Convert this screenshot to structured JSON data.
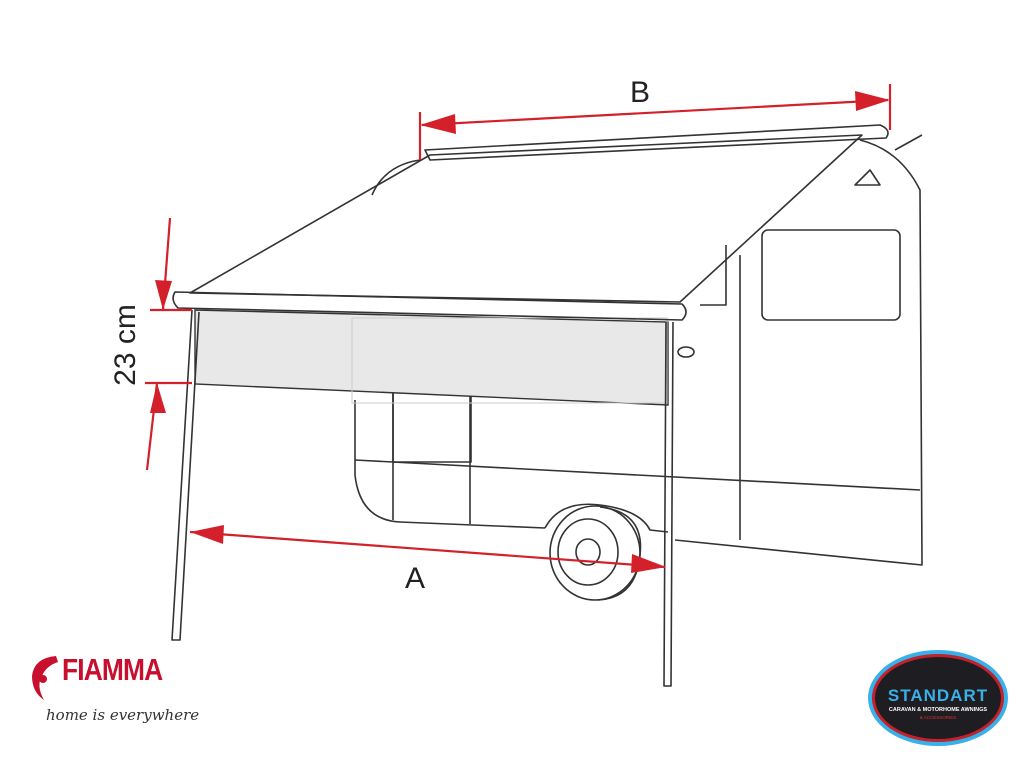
{
  "diagram": {
    "dimensions": {
      "width_label": "A",
      "depth_label": "B",
      "height_label": "23 cm"
    },
    "colors": {
      "dimension": "#d3202a",
      "valance": "#e8e8e8"
    }
  },
  "logos": {
    "fiamma": {
      "name": "FIAMMA",
      "tagline": "home is everywhere"
    },
    "standart": {
      "name": "STANDART",
      "subtitle": "CARAVAN & MOTORHOME AWNINGS",
      "sub2": "& ACCESSORIES"
    }
  }
}
